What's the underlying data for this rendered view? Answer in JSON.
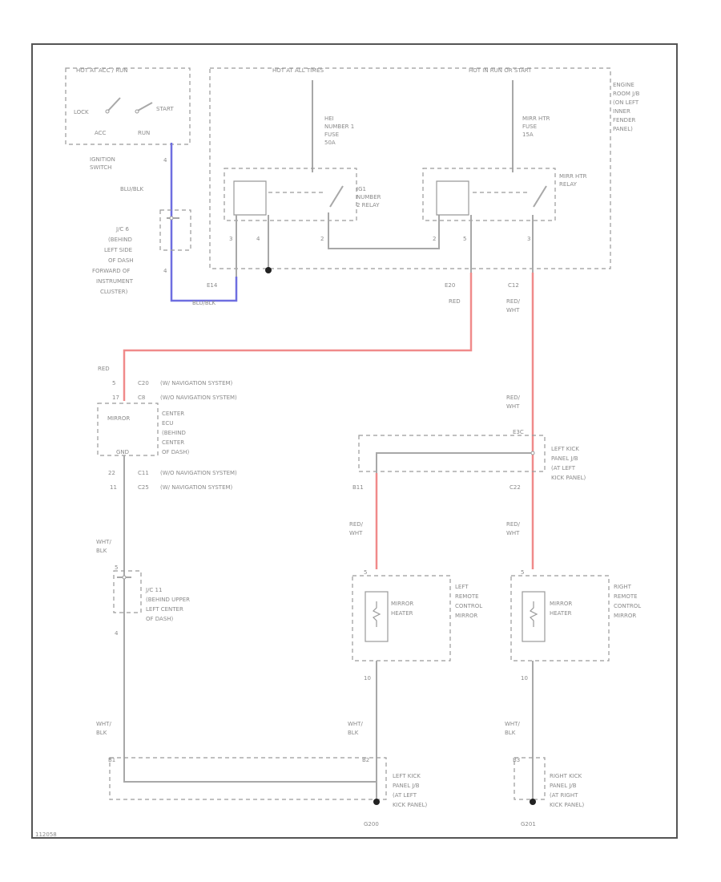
{
  "colors": {
    "wire_blue": "#6e6ee0",
    "wire_red": "#f08a8a",
    "wire_gray": "#a8a8a8",
    "frame": "#555555"
  },
  "top": {
    "hot_acc_run": "HOT AT ACC / RUN",
    "hot_at_all_times": "HOT AT ALL TIMES",
    "hot_in_run_start": "HOT IN RUN OR START"
  },
  "ignition": {
    "lock": "LOCK",
    "start": "START",
    "acc": "ACC",
    "run": "RUN",
    "name": [
      "IGNITION",
      "SWITCH"
    ],
    "pin": "4"
  },
  "engine_box": [
    "ENGINE",
    "ROOM J/B",
    "(ON LEFT",
    "INNER",
    "FENDER",
    "PANEL)"
  ],
  "fuses": {
    "f1": [
      "HEI",
      "NUMBER 1",
      "FUSE",
      "50A"
    ],
    "f2": [
      "MIRR HTR",
      "FUSE",
      "15A"
    ]
  },
  "relays": {
    "r1": [
      "IG1",
      "NUMBER",
      "2 RELAY"
    ],
    "r2": [
      "MIRR HTR",
      "RELAY"
    ]
  },
  "relay_pins": {
    "p1": "3",
    "p2": "4",
    "p3": "2",
    "p4": "2",
    "p5": "5",
    "p6": "3"
  },
  "jc6": {
    "name": [
      "J/C 6",
      "(BEHIND",
      "LEFT SIDE",
      "OF DASH",
      "FORWARD OF",
      "INSTRUMENT",
      "CLUSTER)"
    ],
    "pin": "4"
  },
  "wires": {
    "blu_blk_1": "BLU/BLK",
    "blu_blk_2": "BLU/BLK",
    "red_1": "RED",
    "red_wht_1": [
      "RED/",
      "WHT"
    ],
    "red_2": "RED",
    "red_wht_2": [
      "RED/",
      "WHT"
    ],
    "red_wht_3": [
      "RED/",
      "WHT"
    ],
    "red_wht_4": [
      "RED/",
      "WHT"
    ],
    "wht_blk_1": [
      "WHT/",
      "BLK"
    ],
    "wht_blk_2": [
      "WHT/",
      "BLK"
    ],
    "wht_blk_3": [
      "WHT/",
      "BLK"
    ]
  },
  "connectors": {
    "e14": "E14",
    "e20": "E20",
    "c12": "C12",
    "c20": "C20",
    "c8": "C8",
    "c11": "C11",
    "c25": "C25",
    "e3c": "E3C",
    "b11": "B11",
    "c22": "C22",
    "b1": "B1",
    "b2": "B2",
    "b3": "B3"
  },
  "ecu": {
    "mirror": "MIRROR",
    "name": [
      "CENTER",
      "ECU",
      "(BEHIND",
      "CENTER",
      "OF DASH)"
    ],
    "gnd": "GND",
    "pins": {
      "a": "5",
      "b": "17",
      "c": "22",
      "d": "11"
    },
    "notes": {
      "n1": "(W/ NAVIGATION SYSTEM)",
      "n2": "(W/O NAVIGATION SYSTEM)",
      "n3": "(W/O NAVIGATION SYSTEM)",
      "n4": "(W/ NAVIGATION SYSTEM)"
    }
  },
  "jc11": {
    "name": [
      "J/C 11",
      "(BEHIND UPPER",
      "LEFT CENTER",
      "OF DASH)"
    ],
    "pin_top": "5",
    "pin_bot": "4"
  },
  "left_kick_jb": {
    "name": [
      "LEFT KICK",
      "PANEL J/B",
      "(AT LEFT",
      "KICK PANEL)"
    ]
  },
  "left_mirror": {
    "heater": [
      "MIRROR",
      "HEATER"
    ],
    "name": [
      "LEFT",
      "REMOTE",
      "CONTROL",
      "MIRROR"
    ],
    "pin_top": "5",
    "pin_bot": "10"
  },
  "right_mirror": {
    "heater": [
      "MIRROR",
      "HEATER"
    ],
    "name": [
      "RIGHT",
      "REMOTE",
      "CONTROL",
      "MIRROR"
    ],
    "pin_top": "5",
    "pin_bot": "10"
  },
  "left_ground_jb": {
    "name": [
      "LEFT KICK",
      "PANEL J/B",
      "(AT LEFT",
      "KICK PANEL)"
    ]
  },
  "right_ground_jb": {
    "name": [
      "RIGHT KICK",
      "PANEL J/B",
      "(AT RIGHT",
      "KICK PANEL)"
    ]
  },
  "grounds": {
    "g1": "G200",
    "g2": "G201"
  },
  "footer_id": "112058"
}
